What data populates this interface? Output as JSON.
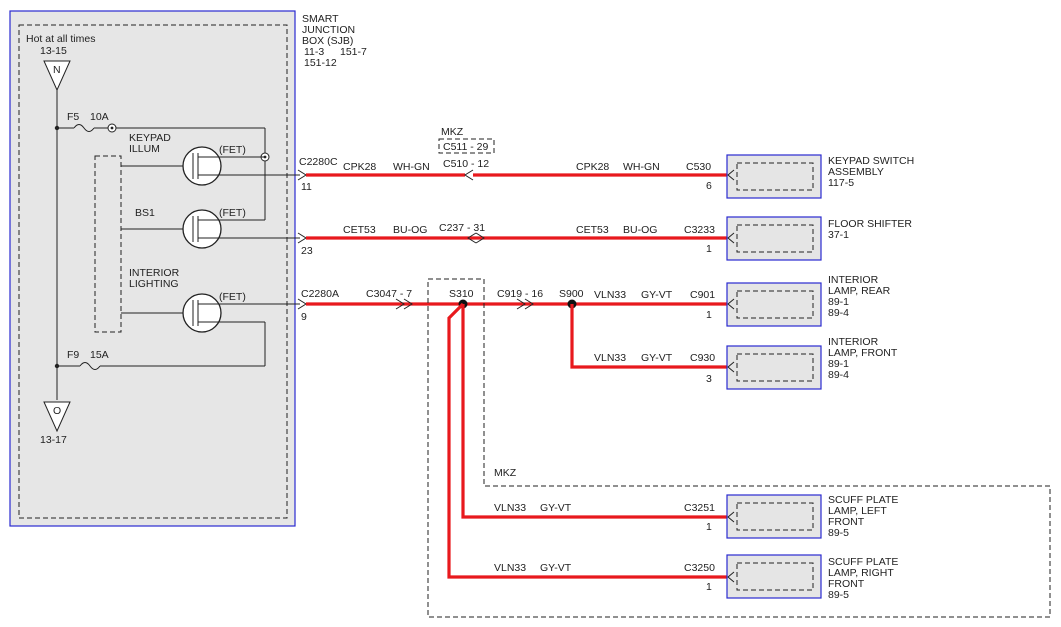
{
  "sjb": {
    "title": [
      "SMART",
      "JUNCTION",
      "BOX (SJB)"
    ],
    "refs_1": "11-3",
    "refs_2": "151-7",
    "refs_3": "151-12",
    "hot_label": "Hot at all times",
    "top_ref": "13-15",
    "top_pin": "N",
    "bottom_pin": "O",
    "bottom_ref": "13-17",
    "fuse_f5": "F5",
    "fuse_f5_rating": "10A",
    "fuse_f9": "F9",
    "fuse_f9_rating": "15A",
    "keypad_label": [
      "KEYPAD",
      "ILLUM"
    ],
    "bs1_label": "BS1",
    "interior_label": [
      "INTERIOR",
      "LIGHTING"
    ],
    "fet_label": "(FET)"
  },
  "circuits": {
    "keypad": {
      "connector_sjb": "C2280C",
      "pin_sjb": "11",
      "circuit_left": "CPK28",
      "color_left": "WH-GN",
      "inline_option": "MKZ",
      "inline_option_connector": "C511 - 29",
      "inline_connector": "C510 - 12",
      "circuit_right": "CPK28",
      "color_right": "WH-GN",
      "connector_end": "C530",
      "pin_end": "6"
    },
    "shifter": {
      "pin_sjb": "23",
      "circuit_left": "CET53",
      "color_left": "BU-OG",
      "inline_connector": "C237 - 31",
      "circuit_right": "CET53",
      "color_right": "BU-OG",
      "connector_end": "C3233",
      "pin_end": "1"
    },
    "interior": {
      "connector_sjb": "C2280A",
      "pin_sjb": "9",
      "inline_connector_1": "C3047 - 7",
      "splice_1": "S310",
      "inline_connector_2": "C919 - 16",
      "splice_2": "S900",
      "option_label": "MKZ"
    },
    "rear_lamp": {
      "circuit": "VLN33",
      "color": "GY-VT",
      "connector": "C901",
      "pin": "1"
    },
    "front_lamp": {
      "circuit": "VLN33",
      "color": "GY-VT",
      "connector": "C930",
      "pin": "3"
    },
    "scuff_left": {
      "circuit": "VLN33",
      "color": "GY-VT",
      "connector": "C3251",
      "pin": "1"
    },
    "scuff_right": {
      "circuit": "VLN33",
      "color": "GY-VT",
      "connector": "C3250",
      "pin": "1"
    }
  },
  "components": {
    "keypad_switch": {
      "name_1": "KEYPAD SWITCH",
      "name_2": "ASSEMBLY",
      "ref_1": "117-5"
    },
    "floor_shifter": {
      "name_1": "FLOOR SHIFTER",
      "ref_1": "37-1"
    },
    "rear_lamp": {
      "name_1": "INTERIOR",
      "name_2": "LAMP, REAR",
      "ref_1": "89-1",
      "ref_2": "89-4"
    },
    "front_lamp": {
      "name_1": "INTERIOR",
      "name_2": "LAMP, FRONT",
      "ref_1": "89-1",
      "ref_2": "89-4"
    },
    "scuff_left": {
      "name_1": "SCUFF PLATE",
      "name_2": "LAMP, LEFT",
      "name_3": "FRONT",
      "ref_1": "89-5"
    },
    "scuff_right": {
      "name_1": "SCUFF PLATE",
      "name_2": "LAMP, RIGHT",
      "name_3": "FRONT",
      "ref_1": "89-5"
    }
  },
  "colors": {
    "wire": "#e8191d",
    "component_border": "#2a2ad0",
    "component_fill": "#e5e5e5"
  }
}
